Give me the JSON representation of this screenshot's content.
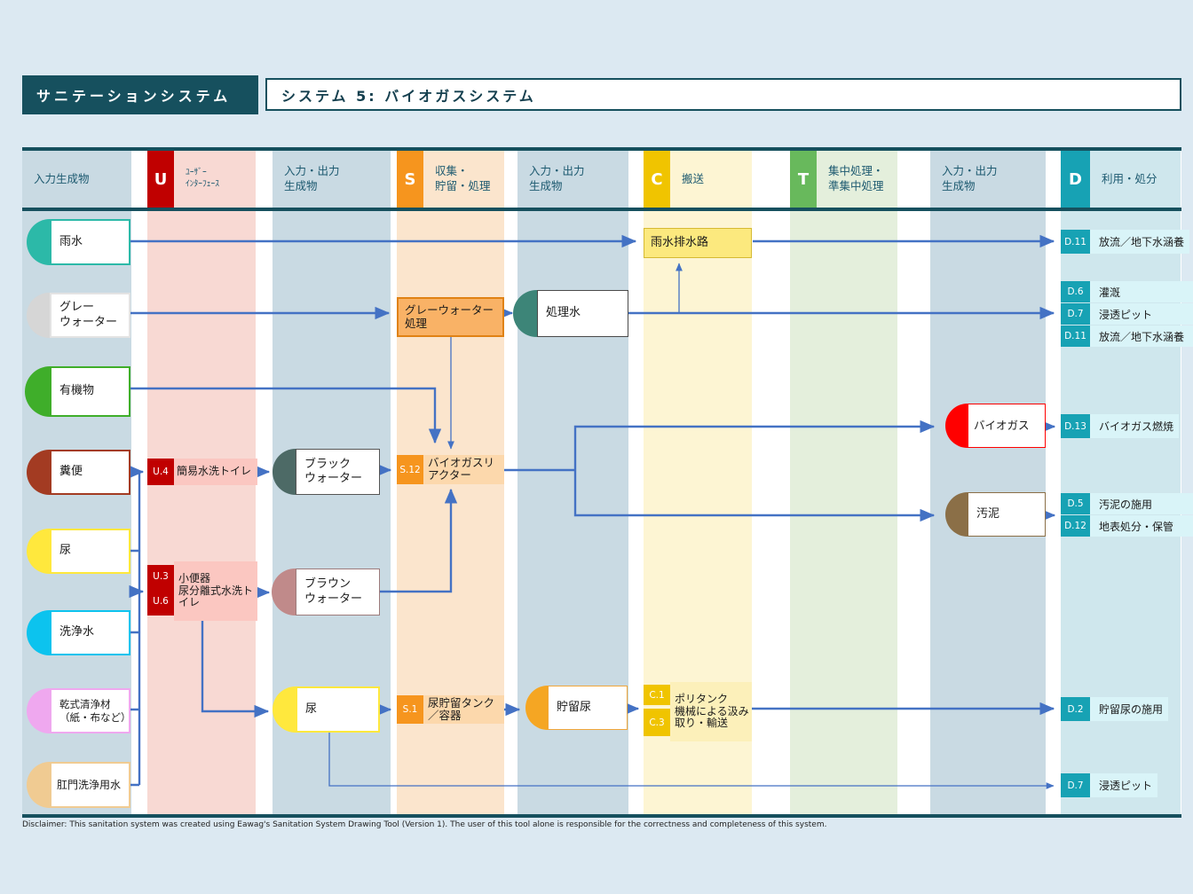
{
  "title": {
    "app": "サニテーションシステム",
    "system": "システム 5: バイオガスシステム"
  },
  "headers": [
    {
      "label": "入力生成物"
    },
    {
      "badge": "U",
      "line1": "ﾕｰｻﾞｰ",
      "line2": "ｲﾝﾀｰﾌｪｰｽ"
    },
    {
      "line1": "入力・出力",
      "line2": "生成物"
    },
    {
      "badge": "S",
      "line1": "収集・",
      "line2": "貯留・処理"
    },
    {
      "line1": "入力・出力",
      "line2": "生成物"
    },
    {
      "badge": "C",
      "label": "搬送"
    },
    {
      "badge": "T",
      "line1": "集中処理・",
      "line2": "準集中処理"
    },
    {
      "line1": "入力・出力",
      "line2": "生成物"
    },
    {
      "badge": "D",
      "label": "利用・処分"
    }
  ],
  "products": {
    "rainwater": {
      "label": "雨水"
    },
    "greywater": {
      "line1": "グレー",
      "line2": "ウォーター"
    },
    "organics": {
      "label": "有機物"
    },
    "feces": {
      "label": "糞便"
    },
    "urine": {
      "label": "尿"
    },
    "flushwater": {
      "label": "洗浄水"
    },
    "drycleansing": {
      "line1": "乾式清浄材",
      "line2": "（紙・布など）"
    },
    "analwater": {
      "label": "肛門洗浄用水"
    },
    "blackwater": {
      "line1": "ブラック",
      "line2": "ウォーター"
    },
    "brownwater": {
      "line1": "ブラウン",
      "line2": "ウォーター"
    },
    "urine2": {
      "label": "尿"
    },
    "treatedwater": {
      "label": "処理水"
    },
    "storedurine": {
      "label": "貯留尿"
    },
    "biogas": {
      "label": "バイオガス"
    },
    "sludge": {
      "label": "汚泥"
    }
  },
  "processes": {
    "u4": {
      "code": "U.4",
      "label": "簡易水洗トイレ"
    },
    "u36": {
      "code1": "U.3",
      "label1": "小便器",
      "code2": "U.6",
      "label2": "尿分離式水洗トイレ"
    },
    "gwtreat": {
      "label": "グレーウォーター処理"
    },
    "s12": {
      "code": "S.12",
      "label": "バイオガスリアクター"
    },
    "s1": {
      "code": "S.1",
      "label": "尿貯留タンク／容器"
    },
    "raindrain": {
      "label": "雨水排水路"
    },
    "c13": {
      "code1": "C.1",
      "label1": "ポリタンク",
      "code2": "C.3",
      "label2": "機械による汲み取り・輸送"
    }
  },
  "disposal": {
    "d11a": {
      "code": "D.11",
      "label": "放流／地下水涵養"
    },
    "group1": {
      "rows": [
        {
          "code": "D.6",
          "label": "灌漑"
        },
        {
          "code": "D.7",
          "label": "浸透ピット"
        },
        {
          "code": "D.11",
          "label": "放流／地下水涵養"
        }
      ]
    },
    "d13": {
      "code": "D.13",
      "label": "バイオガス燃焼"
    },
    "group2": {
      "rows": [
        {
          "code": "D.5",
          "label": "汚泥の施用"
        },
        {
          "code": "D.12",
          "label": "地表処分・保管"
        }
      ]
    },
    "d2": {
      "code": "D.2",
      "label": "貯留尿の施用"
    },
    "d7": {
      "code": "D.7",
      "label": "浸透ピット"
    }
  },
  "colors": {
    "frame": "#16505e",
    "arrow": "#4472c4",
    "badge_u": "#c00000",
    "badge_s": "#f6951e",
    "badge_c": "#f0c400",
    "badge_t": "#68b95c",
    "badge_d": "#17a2b4",
    "rainwater": "#2cb9a8",
    "greywater": "#d6d6d6",
    "organics": "#3fae2a",
    "feces": "#a33b22",
    "urine": "#ffe83d",
    "flushwater": "#0cc3ee",
    "drycleansing": "#efa8ef",
    "analwater": "#f0cb92",
    "blackwater": "#4d6a66",
    "brownwater": "#c08a8a",
    "treatedwater": "#3d8578",
    "storedurine": "#f5a623",
    "biogas": "#ff0000",
    "sludge": "#8b6f47"
  },
  "disclaimer": "Disclaimer: This sanitation system was created using Eawag's Sanitation System Drawing Tool (Version 1). The user of this tool alone is responsible for the correctness and completeness of this system."
}
